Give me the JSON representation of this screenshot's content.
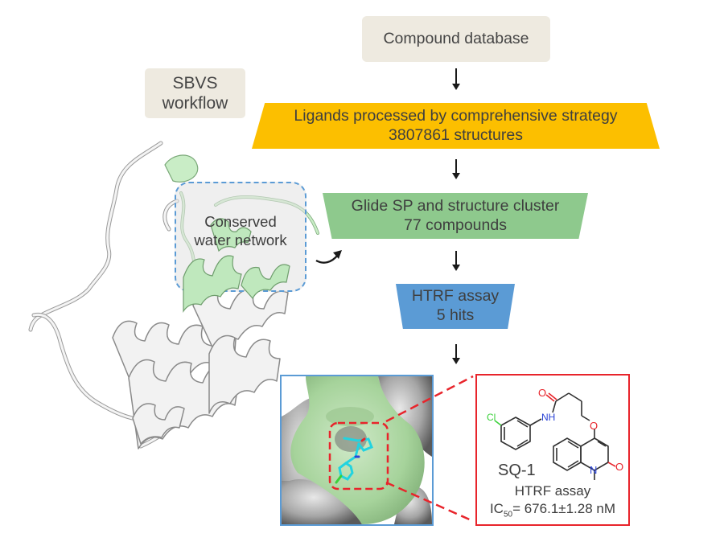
{
  "title_box": {
    "line1": "SBVS",
    "line2": "workflow"
  },
  "steps": [
    {
      "id": "compound-database",
      "line1": "Compound database",
      "color": "#eeeae0"
    },
    {
      "id": "ligand-processing",
      "line1": "Ligands processed by comprehensive strategy",
      "line2": "3807861 structures",
      "color": "#fcbf00"
    },
    {
      "id": "glide-sp",
      "line1": "Glide SP and structure cluster",
      "line2": "77 compounds",
      "color": "#8ec98d"
    },
    {
      "id": "htrf-assay",
      "line1": "HTRF assay",
      "line2": "5 hits",
      "color": "#5b9bd5"
    }
  ],
  "protein": {
    "highlight_label_line1": "Conserved",
    "highlight_label_line2": "water network",
    "highlight_border_color": "#5b9bd5",
    "ribbon_highlight_color": "#b9e6b8",
    "ribbon_base_color": "#e8e8e8"
  },
  "binding_pocket": {
    "frame_color": "#5b9bd5",
    "zoom_box_color": "#e8242b",
    "surface_color": "#a8d5a0",
    "ligand_color": "#22d3e0"
  },
  "hit_compound": {
    "name": "SQ-1",
    "atoms": {
      "cl": "Cl",
      "nh": "NH",
      "o_carbonyl": "O",
      "o_ether": "O",
      "n_ring": "N",
      "o_ring": "O"
    },
    "assay_label": "HTRF assay",
    "ic50_prefix": "IC",
    "ic50_sub": "50",
    "ic50_value": "= 676.1±1.28 nM",
    "frame_color": "#e8242b"
  }
}
